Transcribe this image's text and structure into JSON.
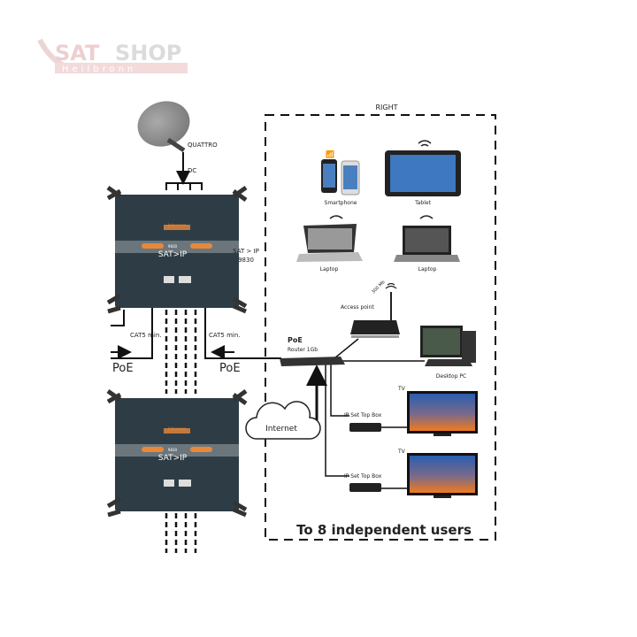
{
  "watermark": {
    "brand": "SAT SHOP",
    "city": "Heilbronn"
  },
  "left": {
    "lnb_label": "QUATTRO",
    "dc_label": "DC",
    "device_label_1": "SAT > IP",
    "device_label_2": "9830",
    "device_brand": "Johansson",
    "device_model": "9830",
    "device_logo": "SAT>IP",
    "cable_left": "CAT5 min.",
    "cable_right": "CAT5 min.",
    "poe_left": "PoE",
    "poe_right": "PoE"
  },
  "right": {
    "title": "RIGHT",
    "devices": {
      "smartphone": "Smartphone",
      "tablet": "Tablet",
      "laptop1": "Laptop",
      "laptop2": "Laptop",
      "access_point": "Access point",
      "wifi_speed": "300 Mb",
      "router_title": "PoE",
      "router_sub": "Router 1Gb",
      "desktop": "Desktop PC",
      "internet": "Internet",
      "stb1": "IP Set Top Box",
      "stb2": "IP Set Top Box",
      "tv1": "TV",
      "tv2": "TV"
    },
    "footer": "To 8 independent users"
  },
  "colors": {
    "switch_body": "#2e3d45",
    "accent": "#e8883a",
    "tv_top": "#2a5db0",
    "tv_bottom": "#f07a1e"
  }
}
